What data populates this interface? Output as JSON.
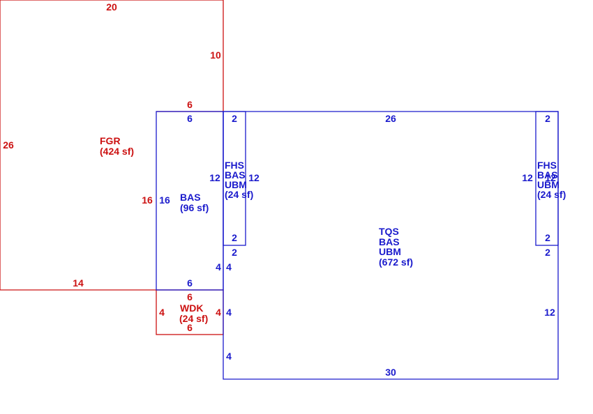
{
  "colors": {
    "red": "#cc1111",
    "blue": "#1a1acc"
  },
  "areas": {
    "fgr": {
      "code": "FGR",
      "area": "(424 sf)"
    },
    "bas_west": {
      "code": "BAS",
      "area": "(96 sf)"
    },
    "wdk": {
      "code": "WDK",
      "area": "(24 sf)"
    },
    "main": {
      "line1": "TQS",
      "line2": "BAS",
      "line3": "UBM",
      "area": "(672 sf)"
    },
    "fhs_left": {
      "line1": "FHS",
      "line2": "BAS",
      "line3": "UBM",
      "area": "(24 sf)"
    },
    "fhs_right": {
      "line1": "FHS",
      "line2": "BAS",
      "line3": "UBM",
      "area": "(24 sf)"
    }
  },
  "dims": {
    "fgr_top": "20",
    "fgr_right_upper": "10",
    "fgr_left": "26",
    "fgr_bottom": "14",
    "fgr_inner_top": "6",
    "fgr_inner_left": "16",
    "bas_top": "6",
    "bas_left": "16",
    "bas_bottom": "6",
    "bas_right": "4",
    "wdk_top": "6",
    "wdk_left": "4",
    "wdk_right": "4",
    "wdk_bottom": "6",
    "fhsl_top": "2",
    "fhsl_left": "12",
    "fhsl_right": "12",
    "fhsl_bottom": "2",
    "fhsl_below": "2",
    "main_top": "26",
    "main_left_upper": "4",
    "main_left_mid": "4",
    "main_left_lower": "4",
    "main_bottom": "30",
    "main_right": "12",
    "fhsr_top": "2",
    "fhsr_left": "12",
    "fhsr_right": "12",
    "fhsr_bottom": "2",
    "fhsr_below": "2"
  }
}
